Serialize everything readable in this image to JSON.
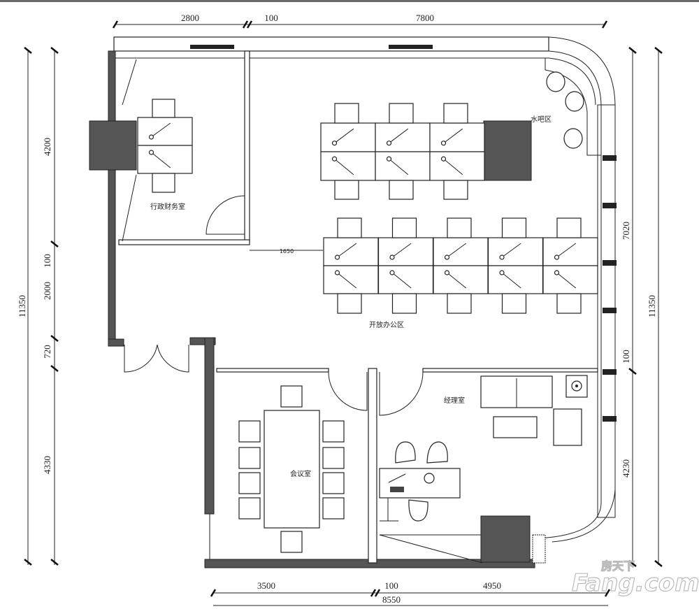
{
  "colors": {
    "wall": "#555555",
    "line": "#222222",
    "watermark": "#ffffff"
  },
  "rooms": {
    "admin": "行政财务室",
    "water_bar": "水吧区",
    "open_office": "开放办公区",
    "manager": "经理室",
    "meeting": "会议室"
  },
  "dimensions": {
    "top": [
      "2800",
      "100",
      "7800"
    ],
    "left_inner": [
      "4200",
      "100",
      "2000",
      "720",
      "4330"
    ],
    "left_outer": "11350",
    "right_inner": [
      "7020",
      "100",
      "4230"
    ],
    "right_outer": "11350",
    "bottom": [
      "3500",
      "100",
      "4950"
    ],
    "bottom_total": "8550",
    "corridor": "1650"
  },
  "watermark": {
    "cn": "房天下",
    "en": "Fang.com"
  }
}
